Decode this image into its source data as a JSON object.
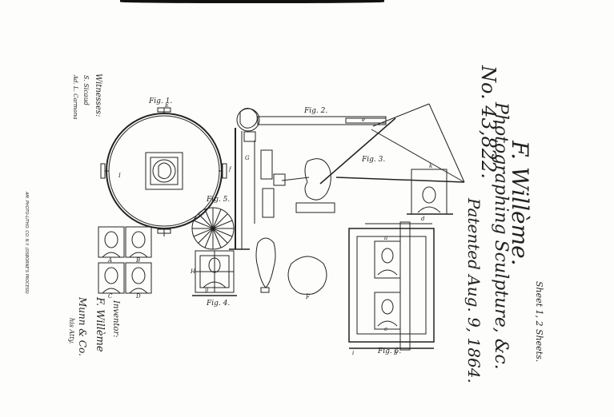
{
  "patent": {
    "sheet": "Sheet 1, 2 Sheets.",
    "inventor_name": "F. Willème.",
    "title": "Photographing Sculpture, &c.",
    "number": "No. 43,822.",
    "patented": "Patented Aug. 9, 1864."
  },
  "witnesses": {
    "label": "Witnesses:",
    "names": [
      "S. Sicaud",
      "Ad. L. Carmona"
    ]
  },
  "inventor": {
    "label": "Inventor:",
    "signature": "F. Willème",
    "attorney": "Munn & Co.",
    "role": "his Atty."
  },
  "printer_note": "AM. PHOTO-LITHO. CO. N.Y. (OSBORNE'S PROCESS)",
  "figures": [
    "Fig. 1.",
    "Fig. 2.",
    "Fig. 3.",
    "Fig. 4.",
    "Fig. 5.",
    "Fig. 6."
  ],
  "letters": [
    "A",
    "B",
    "C",
    "D",
    "E",
    "F",
    "G",
    "H",
    "I",
    "a",
    "b",
    "c",
    "d",
    "e",
    "f",
    "g",
    "i",
    "k"
  ]
}
